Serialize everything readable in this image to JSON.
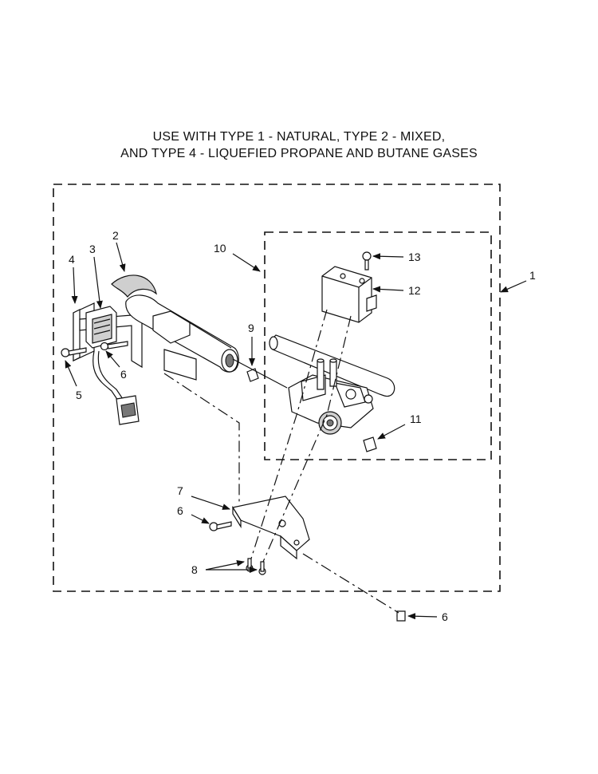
{
  "title": {
    "line1": "USE WITH TYPE 1 - NATURAL, TYPE 2 - MIXED,",
    "line2": "AND TYPE 4 - LIQUEFIED PROPANE AND BUTANE GASES"
  },
  "callouts": {
    "c1": "1",
    "c2": "2",
    "c3": "3",
    "c4": "4",
    "c5": "5",
    "c6a": "6",
    "c6b": "6",
    "c6c": "6",
    "c7": "7",
    "c8": "8",
    "c9": "9",
    "c10": "10",
    "c11": "11",
    "c12": "12",
    "c13": "13"
  }
}
